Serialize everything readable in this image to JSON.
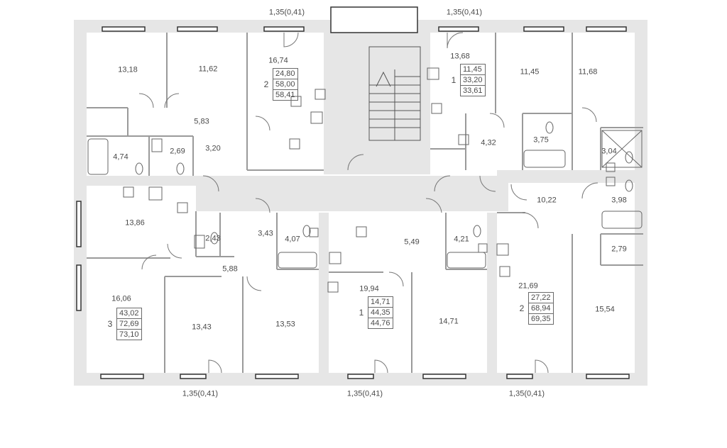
{
  "plan": {
    "room_areas": [
      "13,18",
      "11,62",
      "16,74",
      "13,68",
      "11,45",
      "11,68",
      "5,83",
      "4,74",
      "2,69",
      "3,20",
      "4,32",
      "3,75",
      "3,04",
      "13,86",
      "2,43",
      "3,43",
      "4,07",
      "5,49",
      "4,21",
      "10,22",
      "3,98",
      "2,79",
      "5,88",
      "16,06",
      "13,43",
      "13,53",
      "19,94",
      "14,71",
      "21,69",
      "15,54"
    ],
    "balconies": [
      "1,35(0,41)",
      "1,35(0,41)",
      "1,35(0,41)",
      "1,35(0,41)",
      "1,35(0,41)"
    ],
    "apartments": [
      {
        "rooms": "2",
        "areas": [
          "24,80",
          "58,00",
          "58,41"
        ]
      },
      {
        "rooms": "1",
        "areas": [
          "11,45",
          "33,20",
          "33,61"
        ]
      },
      {
        "rooms": "3",
        "areas": [
          "43,02",
          "72,69",
          "73,10"
        ]
      },
      {
        "rooms": "1",
        "areas": [
          "14,71",
          "44,35",
          "44,76"
        ]
      },
      {
        "rooms": "2",
        "areas": [
          "27,22",
          "68,94",
          "69,35"
        ]
      }
    ]
  }
}
